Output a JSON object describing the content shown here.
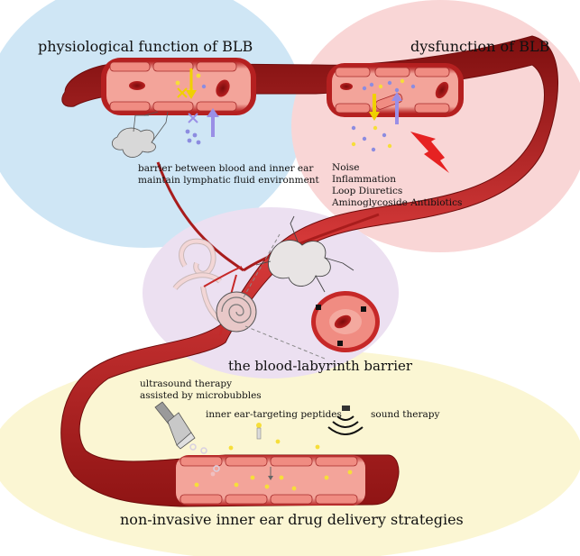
{
  "panels": {
    "physiological": {
      "title": "physiological function of BLB",
      "caption_line1": "barrier between blood and inner ear",
      "caption_line2": "maintain lymphatic fluid environment"
    },
    "dysfunction": {
      "title": "dysfunction of BLB",
      "causes": [
        "Noise",
        "Inflammation",
        "Loop Diuretics",
        "Aminoglycoside Antibiotics"
      ]
    },
    "center": {
      "title": "the blood-labyrinth barrier"
    },
    "delivery": {
      "title": "non-invasive inner ear drug delivery strategies",
      "ultrasound_line1": "ultrasound therapy",
      "ultrasound_line2": "assisted by microbubbles",
      "peptides": "inner ear-targeting peptides",
      "sound": "sound therapy"
    }
  },
  "colors": {
    "blue_bg": "#cfe6f5",
    "pink_bg": "#f9d6d6",
    "lavender_bg": "#ece0f1",
    "yellow_bg": "#fbf6d3",
    "vessel_dark": "#a81c1c",
    "vessel_mid": "#c62828",
    "vessel_light": "#f08c82",
    "cell_fill": "#f4a99f",
    "rbc": "#a31818",
    "particle_yellow": "#f6de3a",
    "particle_purple": "#8c8ce0",
    "arrow_yellow": "#f0d000",
    "arrow_purple": "#9a8fe6"
  }
}
